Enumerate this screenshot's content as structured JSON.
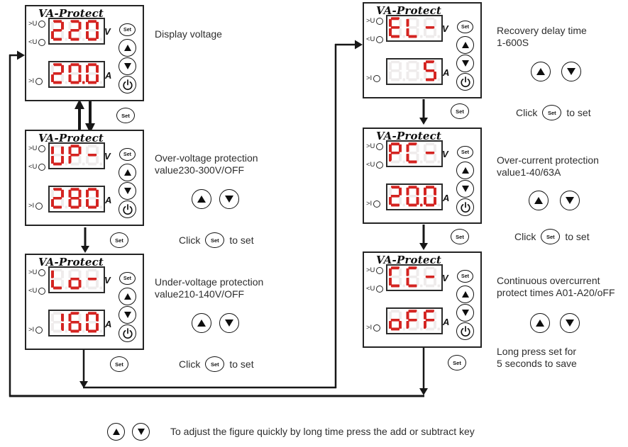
{
  "brand": "VA-Protect",
  "colors": {
    "digit_red": "#d42421",
    "ghost_segment": "#efecec",
    "line_black": "#171717"
  },
  "indicators": {
    "over_voltage": ">U",
    "under_voltage": "<U",
    "over_current": ">I"
  },
  "unit_labels": {
    "voltage": "V",
    "current": "A"
  },
  "buttons": {
    "set": "Set",
    "up": "up-arrow",
    "down": "down-arrow",
    "power": "power"
  },
  "panels": [
    {
      "id": "display-voltage",
      "top_display": "220",
      "bottom_display": "20.0",
      "caption": "Display voltage"
    },
    {
      "id": "over-voltage",
      "top_display": "UP-",
      "bottom_display": "280",
      "caption": "Over-voltage protection\nvalue230-300V/OFF"
    },
    {
      "id": "under-voltage",
      "top_display": "Lo-",
      "bottom_display": "160",
      "caption": "Under-voltage protection\nvalue210-140V/OFF"
    },
    {
      "id": "recovery-delay",
      "top_display": "EL-",
      "bottom_display": "  5",
      "caption": "Recovery delay time\n1-600S"
    },
    {
      "id": "over-current",
      "top_display": "PC-",
      "bottom_display": "20.0",
      "caption": "Over-current protection\nvalue1-40/63A"
    },
    {
      "id": "continuous-overcurrent",
      "top_display": "CC-",
      "bottom_display": "oFF",
      "caption": "Continuous overcurrent\nprotect times A01-A20/oFF"
    }
  ],
  "click_to_set": {
    "prefix": "Click",
    "set_label": "Set",
    "suffix": "to set"
  },
  "long_press_note": "Long press set for\n5 seconds to save",
  "bottom_note": "To adjust the figure quickly by long time press the add or subtract key"
}
